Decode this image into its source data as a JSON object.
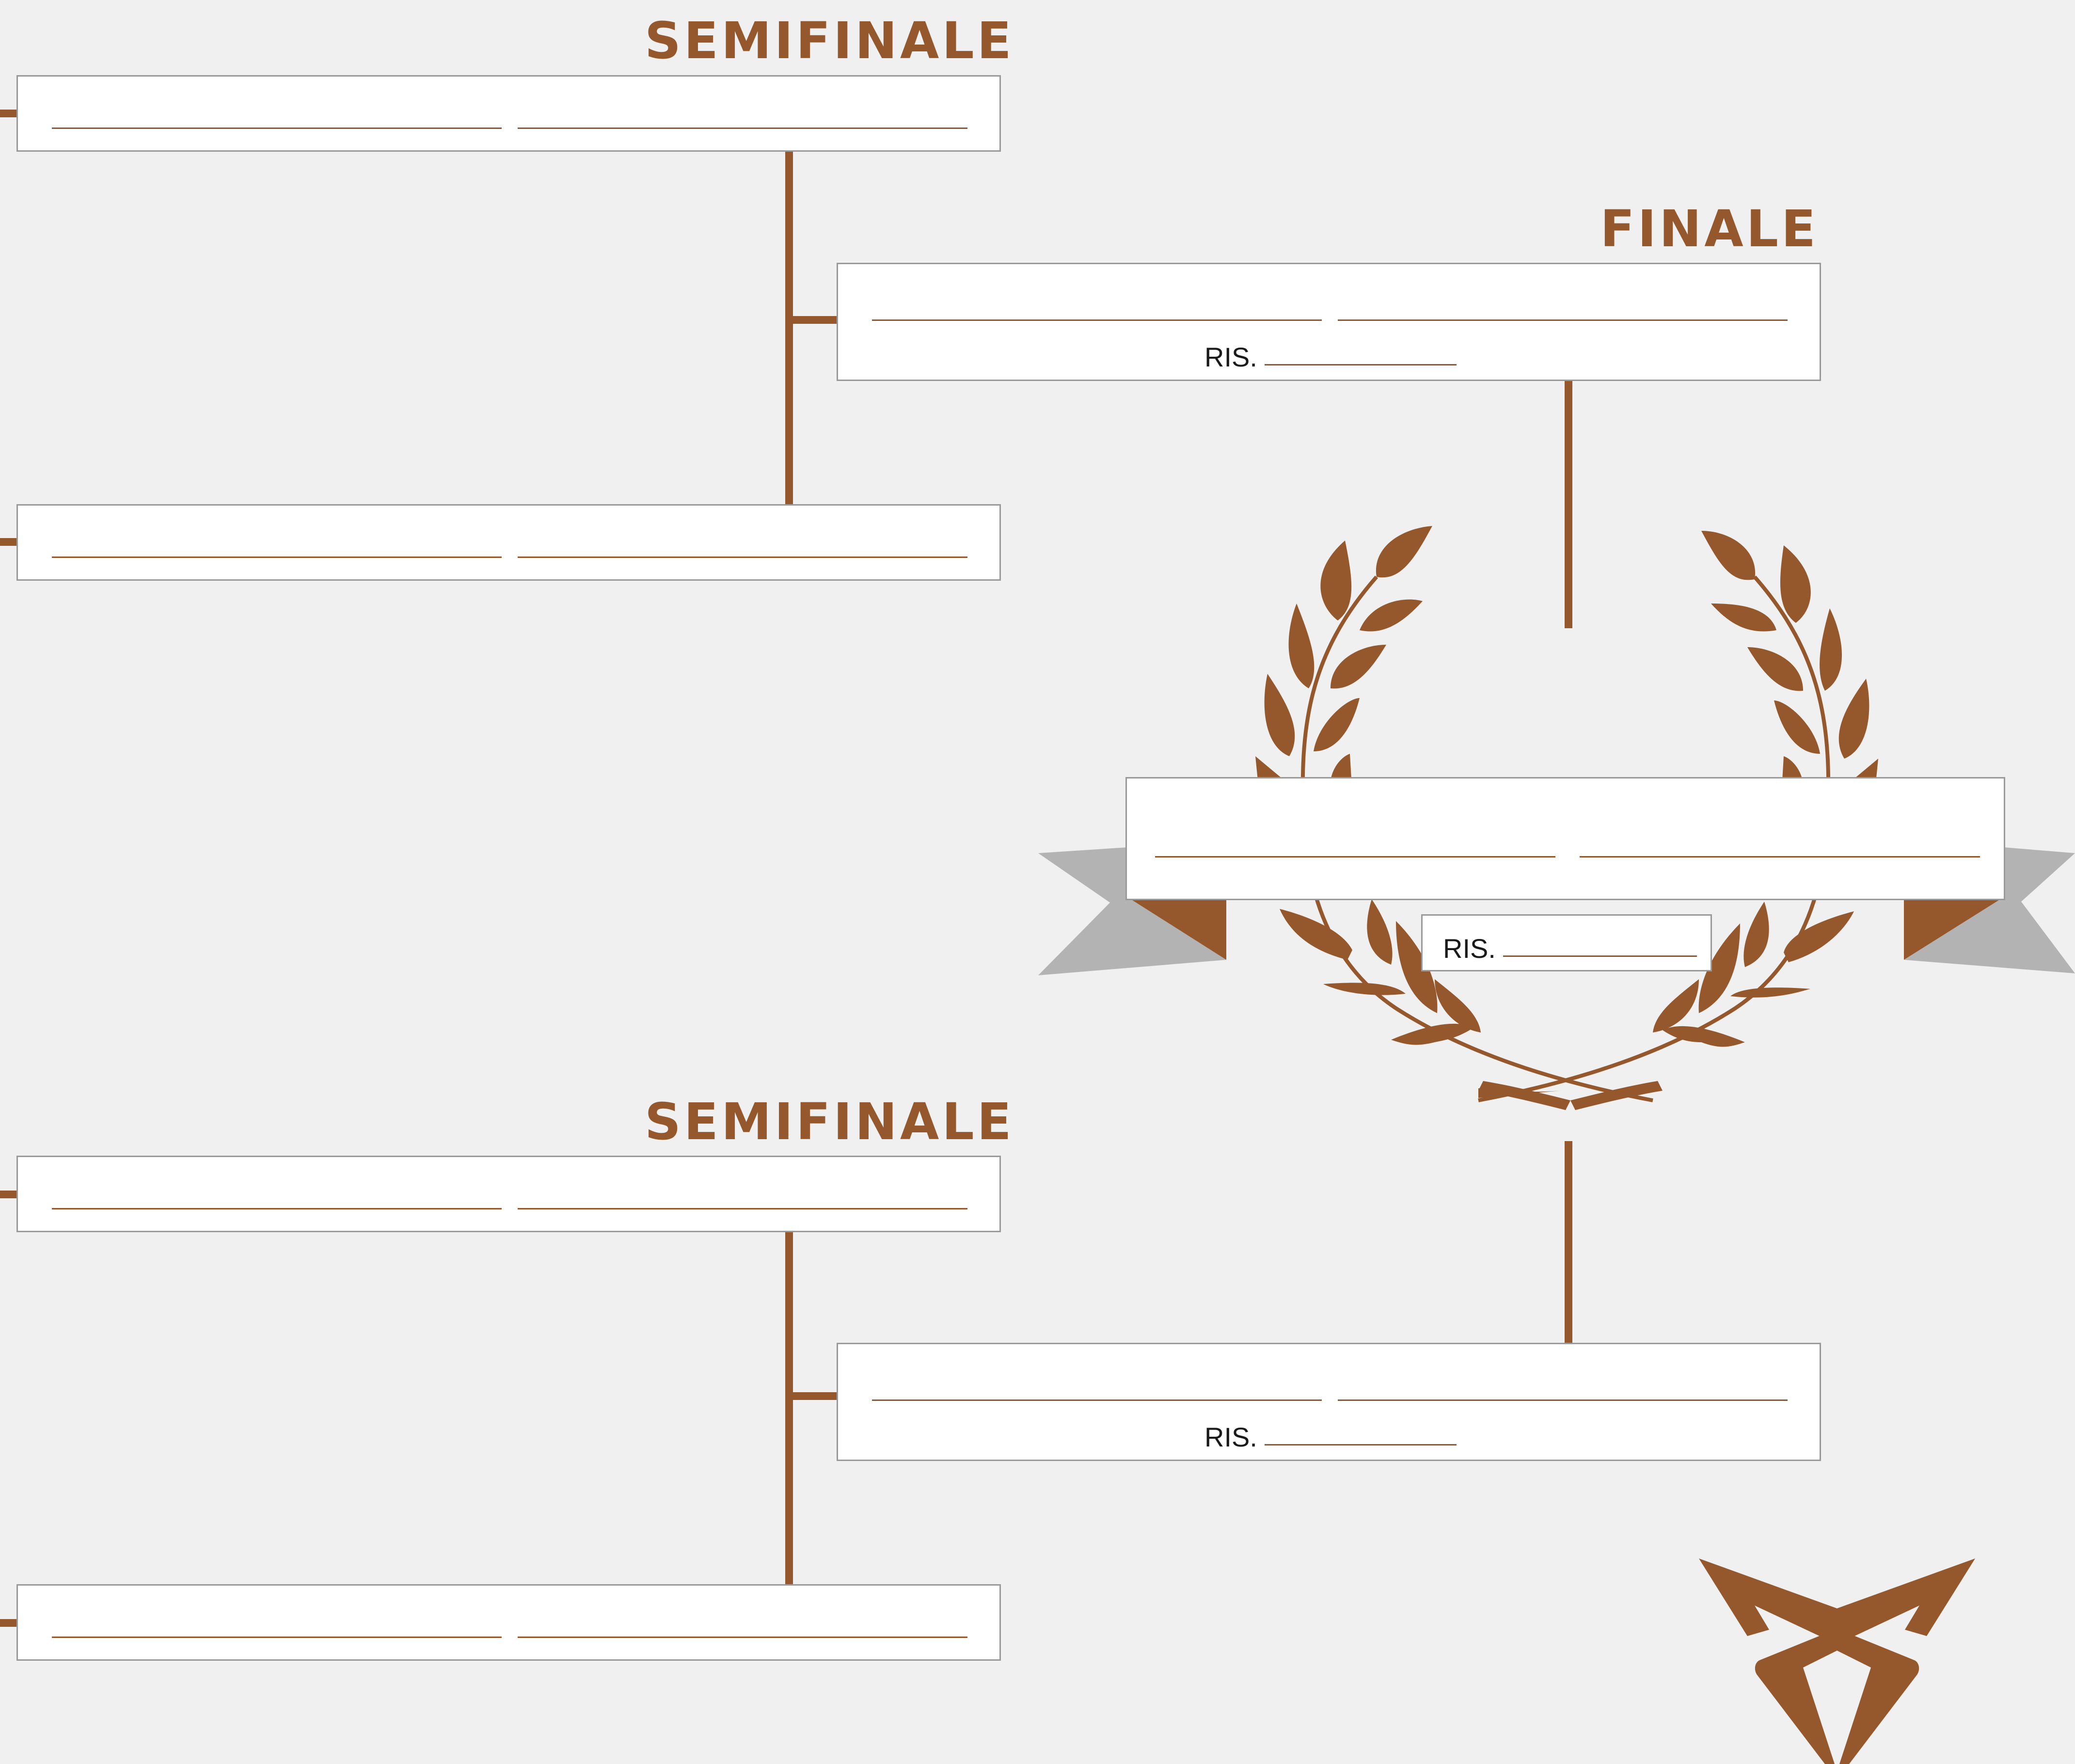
{
  "headings": {
    "semifinal_top": "SEMIFINALE",
    "final": "FINALE",
    "semifinal_bottom": "SEMIFINALE"
  },
  "result_label": "RIS.",
  "colors": {
    "accent": "#95572c",
    "background": "#f0f0f0",
    "box_border": "#9a9a9a",
    "ribbon_gray": "#b3b3b3"
  },
  "icons": [
    "laurel-wreath-icon",
    "ribbon-banner-icon",
    "brand-logo-icon"
  ]
}
